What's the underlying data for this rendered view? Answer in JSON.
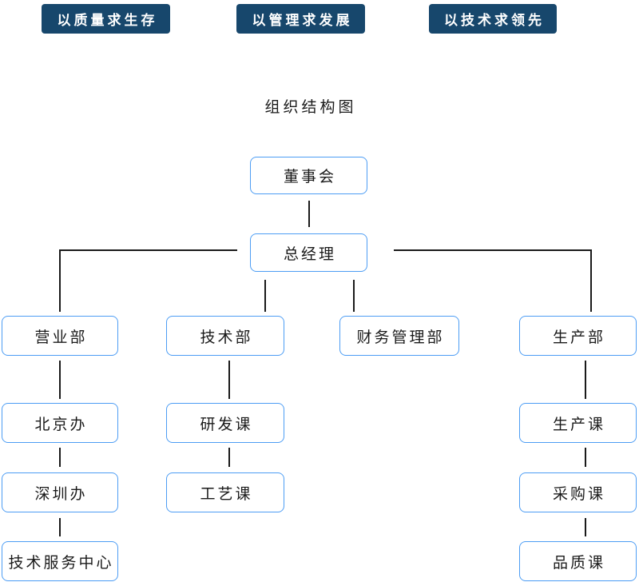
{
  "banners": [
    {
      "label": "以质量求生存"
    },
    {
      "label": "以管理求发展"
    },
    {
      "label": "以技术求领先"
    }
  ],
  "title": "组织结构图",
  "org": {
    "board": "董事会",
    "general_manager": "总经理",
    "departments": [
      {
        "name": "营业部",
        "children": [
          "北京办",
          "深圳办",
          "技术服务中心"
        ]
      },
      {
        "name": "技术部",
        "children": [
          "研发课",
          "工艺课"
        ]
      },
      {
        "name": "财务管理部",
        "children": []
      },
      {
        "name": "生产部",
        "children": [
          "生产课",
          "采购课",
          "品质课"
        ]
      }
    ]
  },
  "colors": {
    "banner_bg": "#17476c",
    "banner_text": "#ffffff",
    "node_border": "#4d9df4",
    "node_text": "#1a1a1a",
    "line": "#1a1a1a",
    "page_bg": "#ffffff"
  }
}
